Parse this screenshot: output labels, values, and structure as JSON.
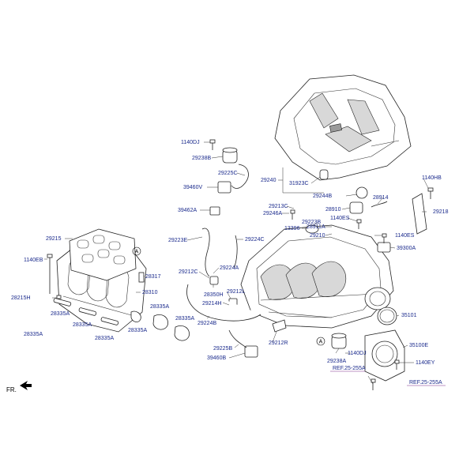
{
  "labels": {
    "p1140DJ_top": "1140DJ",
    "p29238B": "29238B",
    "p29225C": "29225C",
    "p39460V": "39460V",
    "p39462A": "39462A",
    "p29240": "29240",
    "p31923C": "31923C",
    "p29244B": "29244B",
    "p1140HB": "1140HB",
    "p28914": "28914",
    "p29213C": "29213C",
    "p28910": "28910",
    "p29218": "29218",
    "p29246A": "29246A",
    "p1140ES_top": "1140ES",
    "p29223B": "29223B",
    "p13396": "13396",
    "p28911A": "28911A",
    "p29215": "29215",
    "p29223E": "29223E",
    "p29224C": "29224C",
    "p29210": "29210",
    "p1140ES_right": "1140ES",
    "p39300A": "39300A",
    "p1140EB": "1140EB",
    "p28317": "28317",
    "p29224A": "29224A",
    "p29212C": "29212C",
    "p28350H": "28350H",
    "p28215H": "28215H",
    "p28310": "28310",
    "p29212L": "29212L",
    "p29214H": "29214H",
    "p28335A_1": "28335A",
    "p28335A_2": "28335A",
    "p28335A_3": "28335A",
    "p28335A_4": "28335A",
    "p28335A_5": "28335A",
    "p28335A_6": "28335A",
    "p28335A_7": "28335A",
    "p29224B": "29224B",
    "p35101": "35101",
    "p29212R": "29212R",
    "p35100E": "35100E",
    "p29225B": "29225B",
    "p39460B": "39460B",
    "p1140DJ_bottom": "1140DJ",
    "p29238A": "29238A",
    "p1140EY": "1140EY"
  },
  "refs": {
    "ref_left": "REF.25-255A",
    "ref_right": "REF.25-255A"
  },
  "markers": {
    "circle_a_left": "A",
    "circle_a_right": "A"
  },
  "orientation": {
    "front_label": "FR."
  }
}
